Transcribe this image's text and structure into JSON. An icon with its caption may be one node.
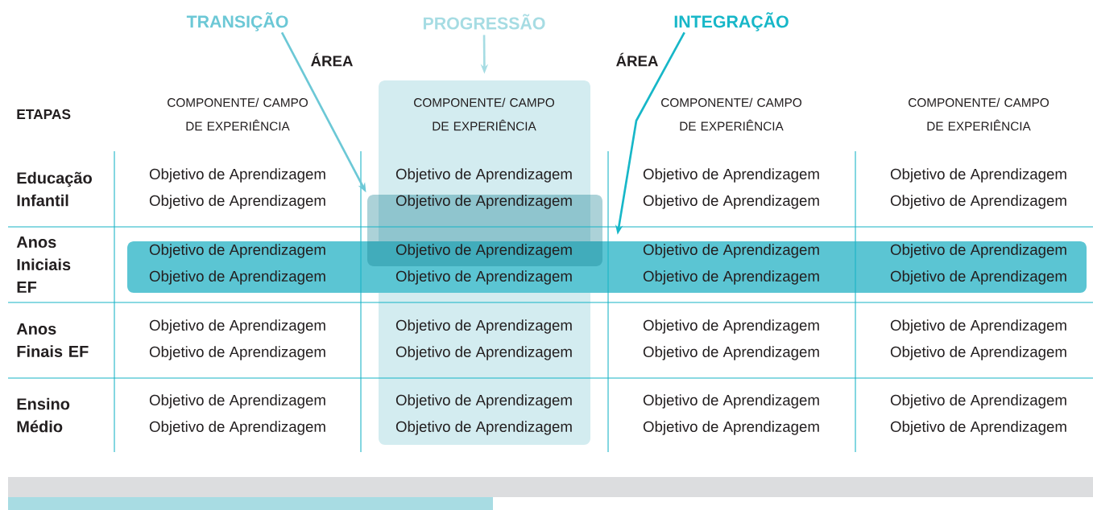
{
  "diagram": {
    "nodes": [
      {
        "text": [
          "TRANSIÇÃO"
        ]
      },
      {
        "text": [
          "PROGRESSÃO"
        ]
      },
      {
        "text": [
          "INTEGRAÇÃO"
        ]
      },
      {
        "text": [],
        "shape": "box"
      },
      {
        "text": [],
        "shape": "box"
      },
      {
        "text": [],
        "shape": "box"
      }
    ],
    "edges": [
      {
        "from": 0,
        "to": 4,
        "arrow": "to",
        "color": "#6cc8d6"
      },
      {
        "from": 1,
        "to": 3,
        "arrow": "to",
        "color": "#a6dce3"
      },
      {
        "from": 2,
        "to": 5,
        "arrow": "to",
        "color": "#17b7c8"
      }
    ],
    "labels": [
      "ÁREA",
      "ÁREA",
      "ETAPAS",
      "COMPONENTE/ CAMPO DE EXPERIÊNCIA",
      "COMPONENTE/ CAMPO DE EXPERIÊNCIA",
      "COMPONENTE/ CAMPO DE EXPERIÊNCIA",
      "COMPONENTE/ CAMPO DE EXPERIÊNCIA",
      "Educação Infantil",
      "Objetivo de Aprendizagem",
      "Objetivo de Aprendizagem",
      "Objetivo de Aprendizagem",
      "Objetivo de Aprendizagem",
      "Objetivo de Aprendizagem",
      "Objetivo de Aprendizagem",
      "Objetivo de Aprendizagem",
      "Objetivo de Aprendizagem",
      "Anos Iniciais EF",
      "Objetivo de Aprendizagem",
      "Objetivo de Aprendizagem",
      "Objetivo de Aprendizagem",
      "Objetivo de Aprendizagem",
      "Objetivo de Aprendizagem",
      "Objetivo de Aprendizagem",
      "Objetivo de Aprendizagem",
      "Objetivo de Aprendizagem",
      "Anos Finais EF",
      "Objetivo de Aprendizagem",
      "Objetivo de Aprendizagem",
      "Objetivo de Aprendizagem",
      "Objetivo de Aprendizagem",
      "Objetivo de Aprendizagem",
      "Objetivo de Aprendizagem",
      "Objetivo de Aprendizagem",
      "Objetivo de Aprendizagem",
      "Ensino Médio",
      "Objetivo de Aprendizagem",
      "Objetivo de Aprendizagem",
      "Objetivo de Aprendizagem",
      "Objetivo de Aprendizagem",
      "Objetivo de Aprendizagem",
      "Objetivo de Aprendizagem",
      "Objetivo de Aprendizagem",
      "Objetivo de Aprendizagem"
    ]
  }
}
